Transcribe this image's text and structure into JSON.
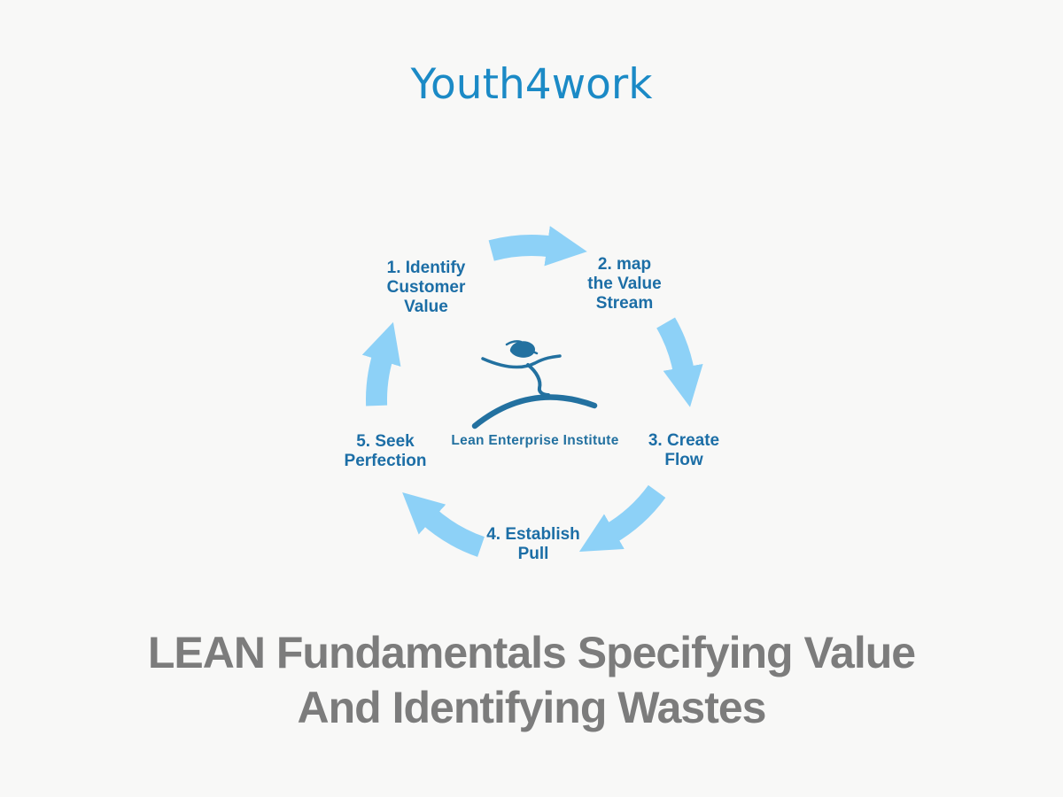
{
  "page": {
    "title": "Youth4work",
    "footer_heading": "LEAN Fundamentals Specifying Value\nAnd Identifying Wastes"
  },
  "diagram": {
    "type": "circular-process",
    "direction": "clockwise",
    "steps": [
      {
        "label": "1. Identify\nCustomer\nValue"
      },
      {
        "label": "2. map\nthe Value\nStream"
      },
      {
        "label": "3. Create\nFlow"
      },
      {
        "label": "4. Establish\nPull"
      },
      {
        "label": "5. Seek\nPerfection"
      }
    ],
    "center_logo": {
      "icon": "leaping-figure-icon",
      "text": "Lean Enterprise Institute"
    },
    "arrow_icons": [
      "cycle-arrow-1-icon",
      "cycle-arrow-2-icon",
      "cycle-arrow-3-icon",
      "cycle-arrow-4-icon",
      "cycle-arrow-5-icon"
    ]
  },
  "colors": {
    "background": "#f8f8f7",
    "title_blue": "#1b8ac6",
    "label_blue": "#1c6ea6",
    "logo_blue": "#2371a0",
    "arrow_blue": "#8dd1f7",
    "footer_gray": "#7c7c7c"
  }
}
